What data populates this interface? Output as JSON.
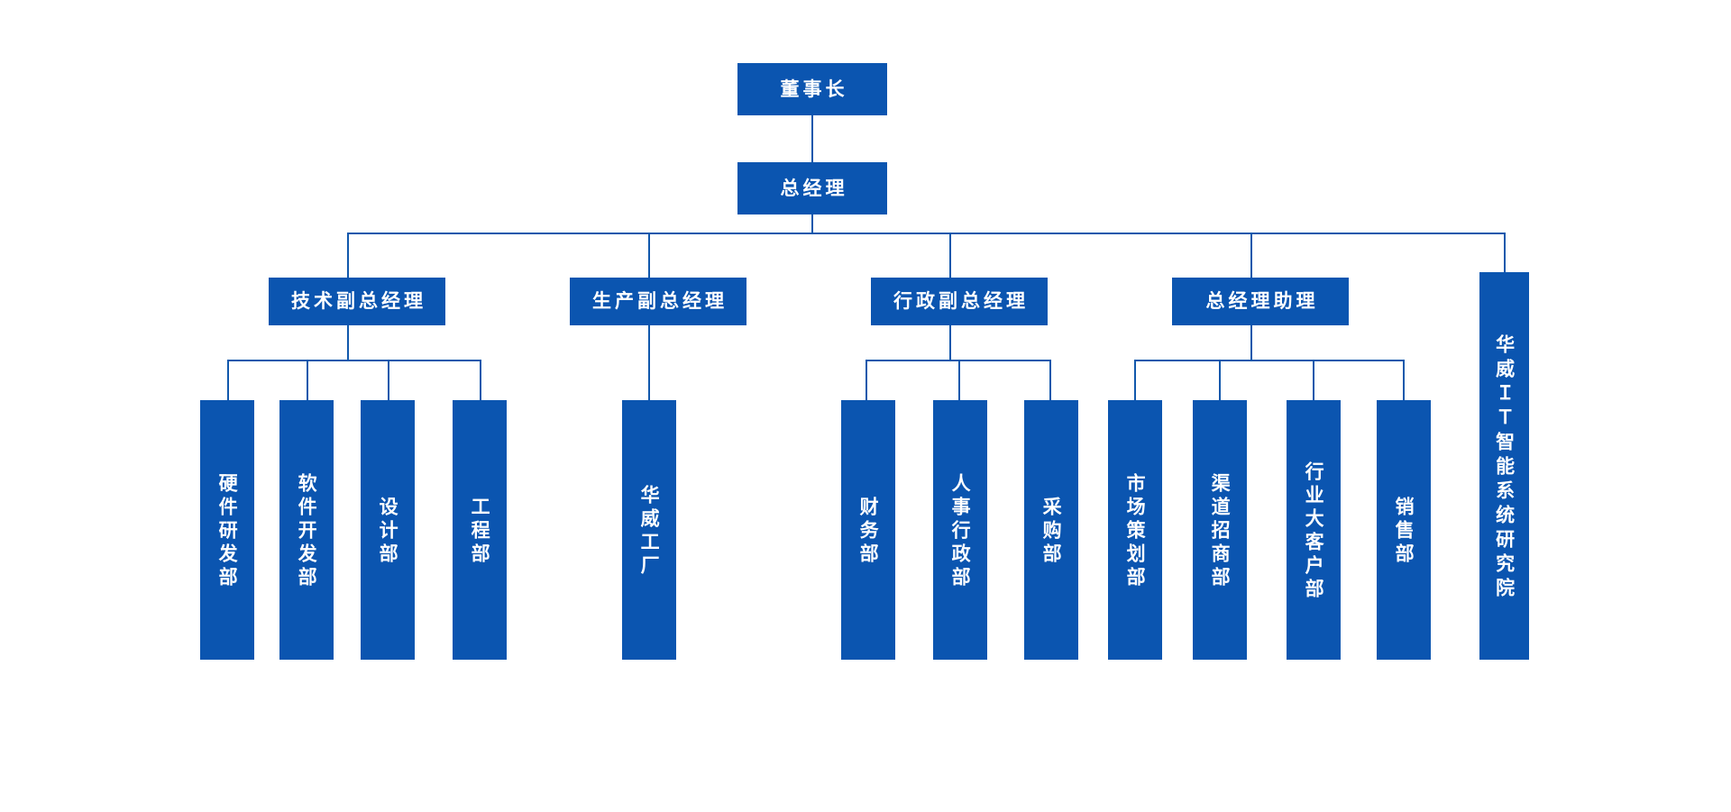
{
  "meta": {
    "title": "组织架构图",
    "accent_color": "#0B55B0",
    "line_color": "#1158AC",
    "background_color": "#FFFFFF",
    "text_color": "#FFFFFF"
  },
  "nodes": {
    "chairman": {
      "label": "董事长",
      "orientation": "horizontal",
      "level": 1
    },
    "general_manager": {
      "label": "总经理",
      "orientation": "horizontal",
      "level": 2
    },
    "vp_tech": {
      "label": "技术副总经理",
      "orientation": "horizontal",
      "level": 3
    },
    "vp_production": {
      "label": "生产副总经理",
      "orientation": "horizontal",
      "level": 3
    },
    "vp_admin": {
      "label": "行政副总经理",
      "orientation": "horizontal",
      "level": 3
    },
    "gm_assistant": {
      "label": "总经理助理",
      "orientation": "horizontal",
      "level": 3
    },
    "research_institute": {
      "label": "华威ＩＴ智能系统研究院",
      "orientation": "vertical",
      "level": 3
    },
    "dept_hardware_rd": {
      "label": "硬件研发部",
      "orientation": "vertical",
      "level": 4,
      "parent": "vp_tech"
    },
    "dept_software_dev": {
      "label": "软件开发部",
      "orientation": "vertical",
      "level": 4,
      "parent": "vp_tech"
    },
    "dept_design": {
      "label": "设计部",
      "orientation": "vertical",
      "level": 4,
      "parent": "vp_tech"
    },
    "dept_engineering": {
      "label": "工程部",
      "orientation": "vertical",
      "level": 4,
      "parent": "vp_tech"
    },
    "dept_factory": {
      "label": "华威工厂",
      "orientation": "vertical",
      "level": 4,
      "parent": "vp_production"
    },
    "dept_finance": {
      "label": "财务部",
      "orientation": "vertical",
      "level": 4,
      "parent": "vp_admin"
    },
    "dept_hr_admin": {
      "label": "人事行政部",
      "orientation": "vertical",
      "level": 4,
      "parent": "vp_admin"
    },
    "dept_purchasing": {
      "label": "采购部",
      "orientation": "vertical",
      "level": 4,
      "parent": "vp_admin"
    },
    "dept_marketing": {
      "label": "市场策划部",
      "orientation": "vertical",
      "level": 4,
      "parent": "gm_assistant"
    },
    "dept_channel": {
      "label": "渠道招商部",
      "orientation": "vertical",
      "level": 4,
      "parent": "gm_assistant"
    },
    "dept_key_accounts": {
      "label": "行业大客户部",
      "orientation": "vertical",
      "level": 4,
      "parent": "gm_assistant"
    },
    "dept_sales": {
      "label": "销售部",
      "orientation": "vertical",
      "level": 4,
      "parent": "gm_assistant"
    }
  }
}
